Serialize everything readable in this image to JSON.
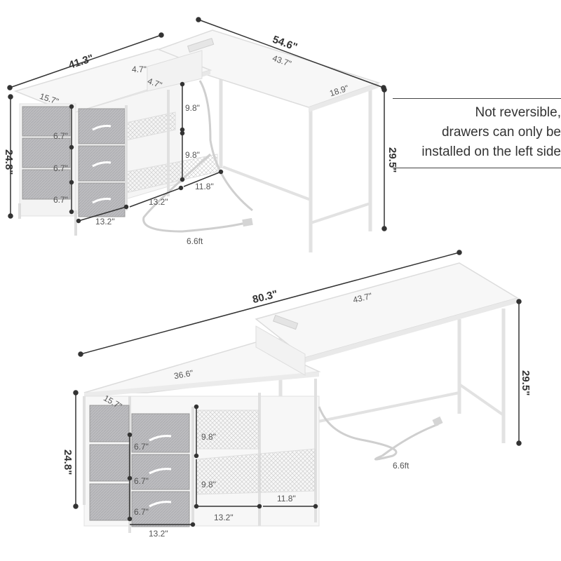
{
  "note": {
    "lines": [
      "Not reversible,",
      "drawers can only be",
      "installed on the left side"
    ]
  },
  "top_config": {
    "overall_left": "41.3\"",
    "overall_right": "54.6\"",
    "top_length": "43.7\"",
    "top_depth": "18.9\"",
    "riser_height": "4.7\"",
    "riser_depth": "4.7\"",
    "cabinet_depth": "15.7\"",
    "cabinet_height": "24.8\"",
    "desk_height": "29.5\"",
    "drawer_heights": [
      "6.7\"",
      "6.7\"",
      "6.7\""
    ],
    "shelf_height_upper": "9.8\"",
    "shelf_height_lower": "9.8\"",
    "drawer_width": "13.2\"",
    "shelf_width": "13.2\"",
    "shelf_depth": "11.8\"",
    "cable_length": "6.6ft"
  },
  "bottom_config": {
    "overall_length": "80.3\"",
    "top_length": "43.7\"",
    "cabinet_top": "36.6\"",
    "cabinet_depth": "15.7\"",
    "cabinet_height": "24.8\"",
    "desk_height": "29.5\"",
    "drawer_heights": [
      "6.7\"",
      "6.7\"",
      "6.7\""
    ],
    "shelf_height_upper": "9.8\"",
    "shelf_height_lower": "9.8\"",
    "drawer_width": "13.2\"",
    "shelf_width": "13.2\"",
    "shelf_width_right": "11.8\"",
    "cable_length": "6.6ft"
  },
  "colors": {
    "desk_white": "#f6f6f6",
    "frame": "#e4e4e4",
    "drawer_fabric": "#b9b9bc",
    "dimension_line": "#333333"
  }
}
